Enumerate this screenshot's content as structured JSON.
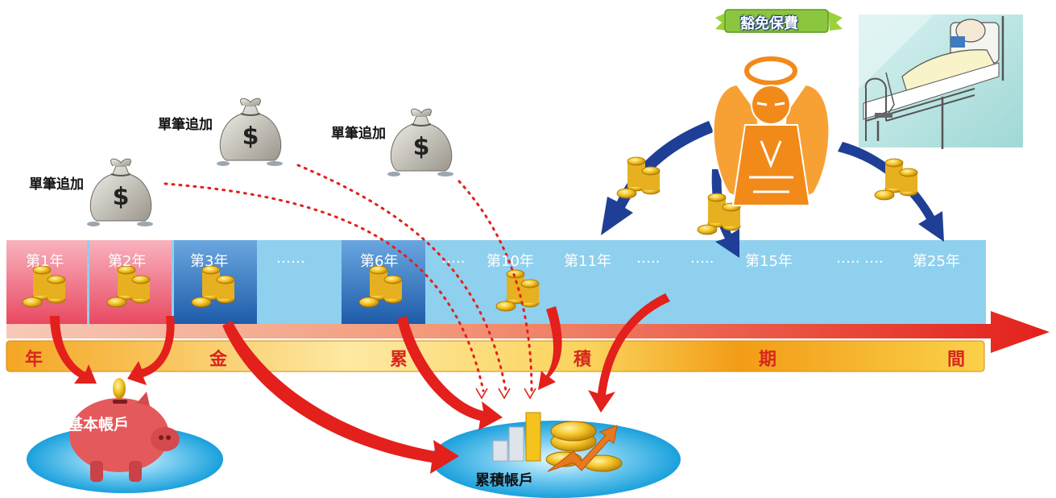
{
  "lump_sum_label": "單筆追加",
  "years": [
    "第1年",
    "第2年",
    "第3年",
    "……",
    "第6年",
    "…..",
    "第10年",
    "第11年",
    "…..",
    "…..",
    "第15年",
    "….. ….",
    "第25年"
  ],
  "band_chars": [
    "年",
    "金",
    "累",
    "積",
    "期",
    "間"
  ],
  "basic_account": "基本帳戶",
  "accumulated_account": "累積帳戶",
  "waiver_badge": "豁免保費",
  "colors": {
    "pink": "#f06b84",
    "blue_cell": "#2f72c0",
    "light_blue": "#8fd0ee",
    "red_arrow": "#e3201b",
    "navy_arrow": "#1f3f96",
    "gold": "#f0b400",
    "lake": "#1fa6df",
    "angel_orange": "#f28a1a"
  }
}
